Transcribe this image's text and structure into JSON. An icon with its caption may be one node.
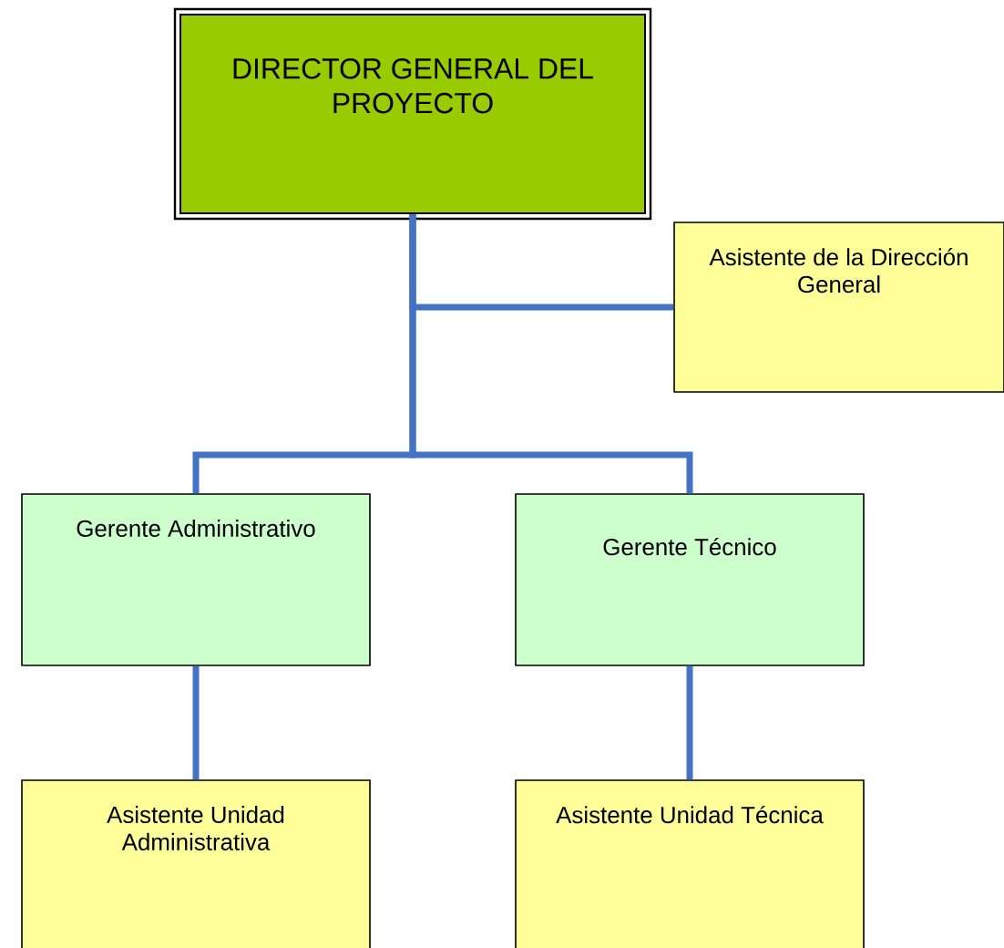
{
  "diagram": {
    "nodes": [
      {
        "text": [
          "DIRECTOR GENERAL DEL PROYECTO"
        ]
      },
      {
        "text": [
          "Asistente de la Dirección General"
        ]
      },
      {
        "text": [
          "Gerente Administrativo"
        ]
      },
      {
        "text": [
          "Gerente Técnico"
        ]
      },
      {
        "text": [
          "Asistente Unidad Administrativa"
        ]
      },
      {
        "text": [
          "Asistente Unidad Técnica"
        ]
      }
    ],
    "edges": [
      {
        "from": 0,
        "to": 1,
        "arrow": "none"
      },
      {
        "from": 0,
        "to": 2,
        "arrow": "none"
      },
      {
        "from": 0,
        "to": 3,
        "arrow": "none"
      },
      {
        "from": 2,
        "to": 4,
        "arrow": "none"
      },
      {
        "from": 3,
        "to": 5,
        "arrow": "none"
      }
    ]
  }
}
